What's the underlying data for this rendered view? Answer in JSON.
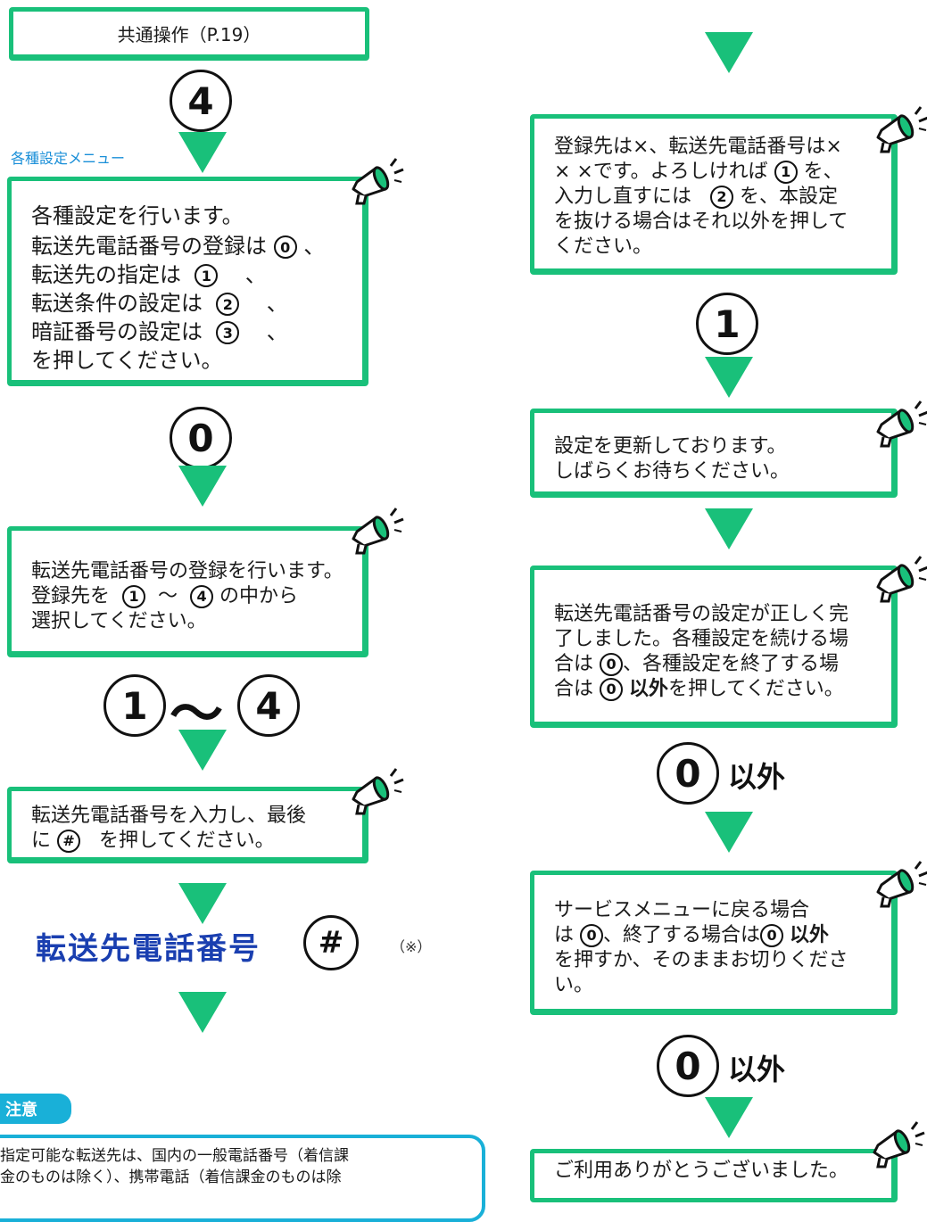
{
  "header_box": {
    "text": "共通操作（P.19）"
  },
  "menu_label": "各種設定メニュー",
  "key_labels": {
    "four": "4",
    "zero": "0",
    "one": "1",
    "two": "2",
    "three": "3",
    "hash": "#",
    "tilde": "〜"
  },
  "box1": {
    "lines": [
      "各種設定を行います。",
      "転送先電話番号の登録は",
      "、",
      "転送先の指定は",
      "、",
      "転送条件の設定は",
      "、",
      "暗証番号の設定は",
      "、",
      "を押してください。"
    ]
  },
  "box2": {
    "line1": "転送先電話番号の登録を行います。",
    "line2a": "登録先を",
    "line2b": "の中から",
    "line3": "選択してください。"
  },
  "box3": {
    "line1": "転送先電話番号を入力し、最後",
    "line2a": "に",
    "line2b": "を押してください。"
  },
  "phone_input": {
    "text": "転送先電話番号",
    "note": "（※）"
  },
  "notice": {
    "tab": "注意",
    "line1": "指定可能な転送先は、国内の一般電話番号（着信課",
    "line2": "金のものは除く）、携帯電話（着信課金のものは除"
  },
  "box4": {
    "l1": "登録先は×、転送先電話番号は×",
    "l2a": "× ×です。よろしければ",
    "l2b": "を、",
    "l3a": "入力し直すには",
    "l3b": "を、本設定",
    "l4": "を抜ける場合はそれ以外を押して",
    "l5": "ください。"
  },
  "box5": {
    "l1": "設定を更新しております。",
    "l2": "しばらくお待ちください。"
  },
  "box6": {
    "l1": "転送先電話番号の設定が正しく完",
    "l2": "了しました。各種設定を続ける場",
    "l3a": "合は",
    "l3b": "、各種設定を終了する場",
    "l4a": "合は",
    "l4b": "以外",
    "l4c": "を押してください。"
  },
  "igai": "以外",
  "box7": {
    "l1": "サービスメニューに戻る場合",
    "l2a": "は",
    "l2b": "、終了する場合は",
    "l2c": "以外",
    "l3": "を押すか、そのままお切りくださ",
    "l4": "い。"
  },
  "box8": {
    "l1": "ご利用ありがとうございました。"
  },
  "colors": {
    "accent": "#19c07a",
    "notice": "#19b0d8",
    "label": "#1a8fd8",
    "phone_text": "#1a3fb0"
  }
}
